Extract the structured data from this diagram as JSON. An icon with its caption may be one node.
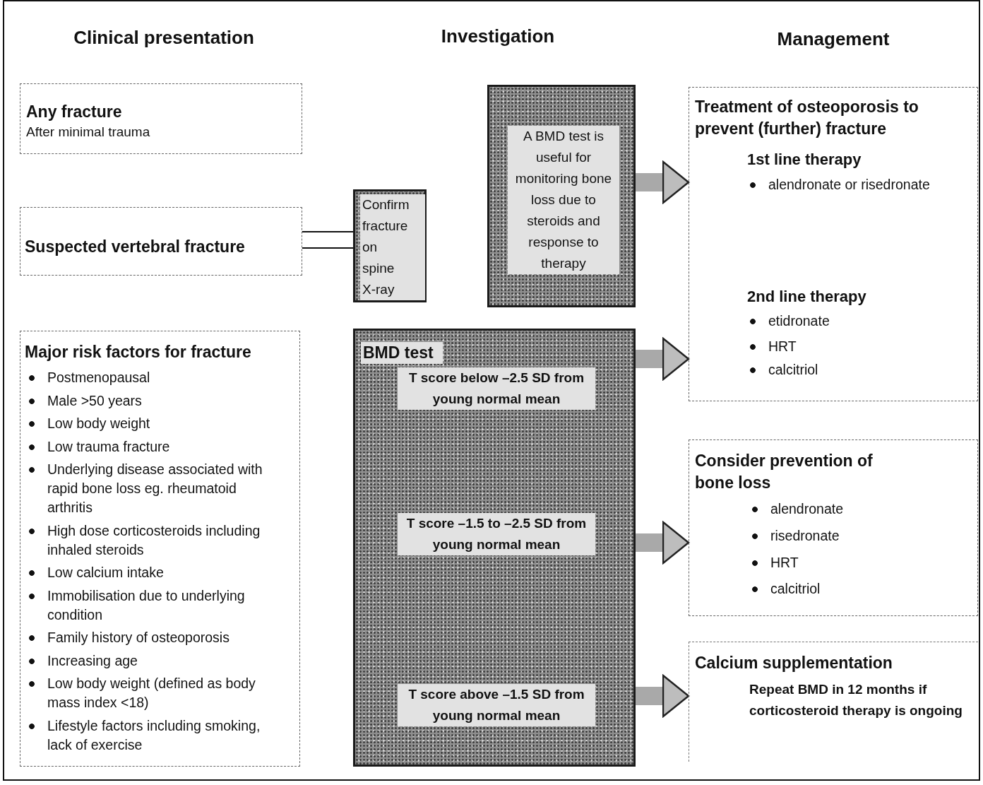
{
  "diagram": {
    "nodes": [
      {
        "text": [
          "Any fracture",
          "After minimal trauma"
        ]
      },
      {
        "text": [
          "Suspected vertebral fracture"
        ]
      },
      {
        "text": [
          "Confirm fracture on spine X-ray"
        ]
      },
      {
        "text": [
          "A BMD test is useful for monitoring bone loss due to steroids and response to therapy"
        ]
      },
      {
        "text": [
          "Major risk factors for fracture",
          "Postmenopausal",
          "Male >50 years",
          "Low body weight",
          "Low trauma fracture",
          "Underlying disease associated with rapid bone loss eg. rheumatoid arthritis",
          "High dose corticosteroids including inhaled steroids",
          "Low calcium intake",
          "Immobilisation due to underlying condition",
          "Family history of osteoporosis",
          "Increasing age",
          "Low body weight (defined as body mass index <18)",
          "Lifestyle factors including smoking, lack of exercise"
        ]
      },
      {
        "text": [
          "BMD test",
          "T score below –2.5 SD from young normal mean",
          "T score –1.5 to –2.5 SD from young normal mean",
          "T score above –1.5 SD from young normal mean"
        ]
      },
      {
        "text": [
          "Treatment of osteoporosis to prevent (further) fracture",
          "1st line therapy",
          "alendronate or risedronate",
          "2nd line therapy",
          "etidronate",
          "HRT",
          "calcitriol"
        ]
      },
      {
        "text": [
          "Consider prevention of bone loss",
          "alendronate",
          "risedronate",
          "HRT",
          "calcitriol"
        ]
      },
      {
        "text": [
          "Calcium supplementation",
          "Repeat BMD in 12 months if corticosteroid therapy is ongoing"
        ]
      }
    ],
    "edges": [
      {
        "from": 1,
        "to": 2,
        "arrow": "none",
        "color": "#111111"
      },
      {
        "from": 3,
        "to": 6,
        "arrow": "to"
      },
      {
        "from": 5,
        "to": 6,
        "arrow": "to"
      },
      {
        "from": 5,
        "to": 7,
        "arrow": "to"
      },
      {
        "from": 5,
        "to": 8,
        "arrow": "to"
      }
    ],
    "labels": [
      "Clinical presentation",
      "Investigation",
      "Management"
    ]
  }
}
